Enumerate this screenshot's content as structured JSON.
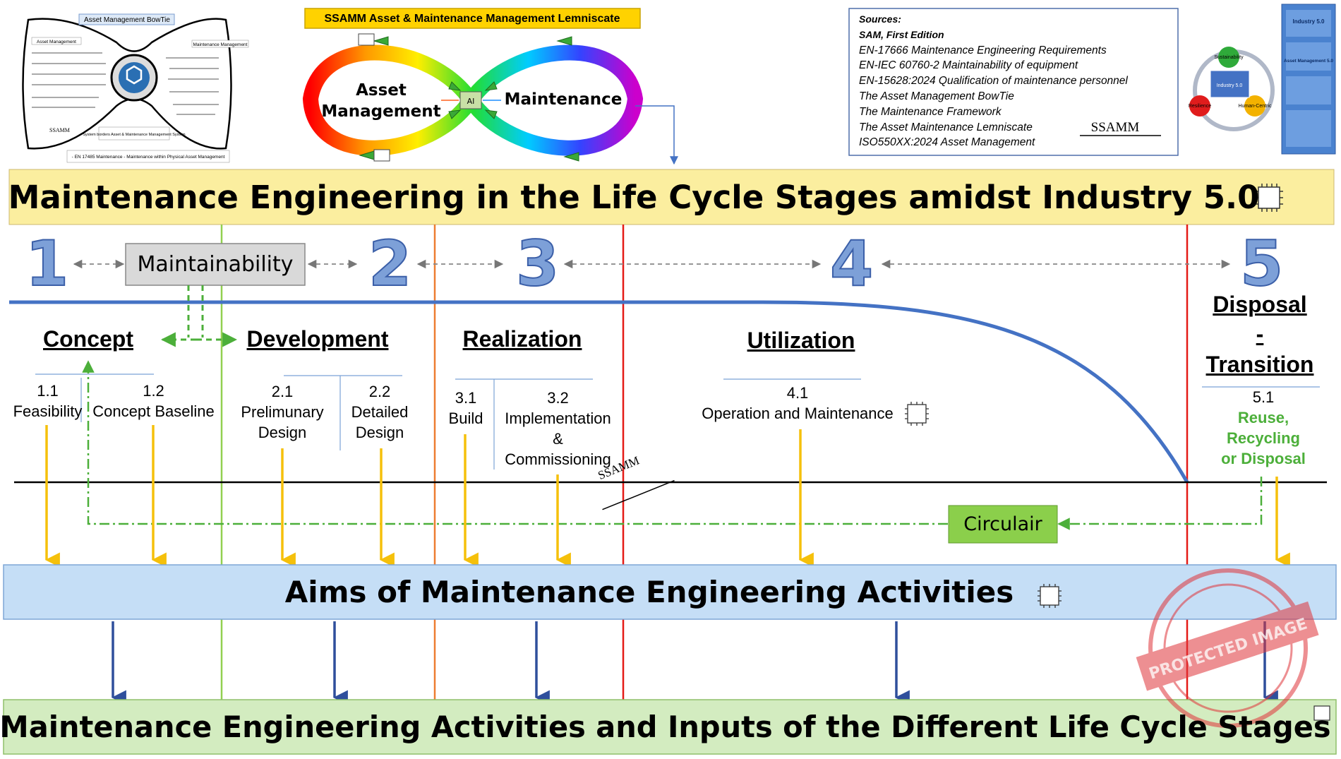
{
  "header": {
    "bowtie_title": "Asset Management BowTie",
    "bowtie_left_label": "Asset Management",
    "bowtie_right_label": "Maintenance Management",
    "bowtie_bottom_label": "System borders Asset & Maintenance Management System",
    "bowtie_footer": "- EN 17485 Maintenance - Maintenance within Physical Asset Management",
    "bowtie_logo": "SSAMM",
    "lemniscate_title": "SSAMM Asset & Maintenance Management Lemniscate",
    "lemniscate_left": [
      "Asset",
      "Management"
    ],
    "lemniscate_right": "Maintenance",
    "ai_label": "AI",
    "sources_heading": "Sources:",
    "sources": [
      "SAM, First Edition",
      "EN-17666 Maintenance Engineering Requirements",
      "EN-IEC 60760-2 Maintainability of equipment",
      "EN-15628:2024 Qualification of maintenance personnel",
      "The Asset Management BowTie",
      "The Maintenance Framework",
      "The Asset Maintenance Lemniscate",
      "ISO550XX:2024 Asset Management"
    ],
    "sources_logo": "SSAMM",
    "ind50_labels": [
      "Sustainability",
      "Industry 5.0",
      "Resilience",
      "Human-Centric"
    ],
    "thumb_labels": [
      "Industry 5.0",
      "Asset Management 5.0"
    ]
  },
  "main_title": "Maintenance Engineering in the Life Cycle Stages amidst Industry 5.0",
  "stage_numbers": [
    "1",
    "2",
    "3",
    "4",
    "5"
  ],
  "maintainability_label": "Maintainability",
  "stages": {
    "concept": "Concept",
    "development": "Development",
    "realization": "Realization",
    "utilization": "Utilization",
    "disposal": [
      "Disposal",
      "-",
      "Transition"
    ]
  },
  "substages": {
    "s1_1": [
      "1.1",
      "Feasibility"
    ],
    "s1_2": [
      "1.2",
      "Concept Baseline"
    ],
    "s2_1": [
      "2.1",
      "Prelimunary",
      "Design"
    ],
    "s2_2": [
      "2.2",
      "Detailed",
      "Design"
    ],
    "s3_1": [
      "3.1",
      "Build"
    ],
    "s3_2": [
      "3.2",
      "Implementation",
      "&",
      "Commissioning"
    ],
    "s4_1": [
      "4.1",
      "Operation and Maintenance"
    ],
    "s5_1": [
      "5.1",
      "Reuse,",
      "Recycling",
      "or Disposal"
    ]
  },
  "watermark_small": "SSAMM",
  "circular_label": "Circulair",
  "aims_title": "Aims of Maintenance Engineering Activities",
  "bottom_title": "Maintenance Engineering Activities and Inputs of the Different Life Cycle Stages",
  "protected_stamp": "PROTECTED IMAGE",
  "colors": {
    "title_band": "#fbee9f",
    "aims_band": "#c5def6",
    "bottom_band": "#d3ecc0",
    "yellow_arrow": "#f5c00b",
    "blue_curve": "#4472c4",
    "green_dashed": "#4caf3a",
    "red_line": "#e41b17",
    "orange_line": "#ed7d31",
    "green_line": "#92d050",
    "circular_box": "#8bcf4b"
  }
}
